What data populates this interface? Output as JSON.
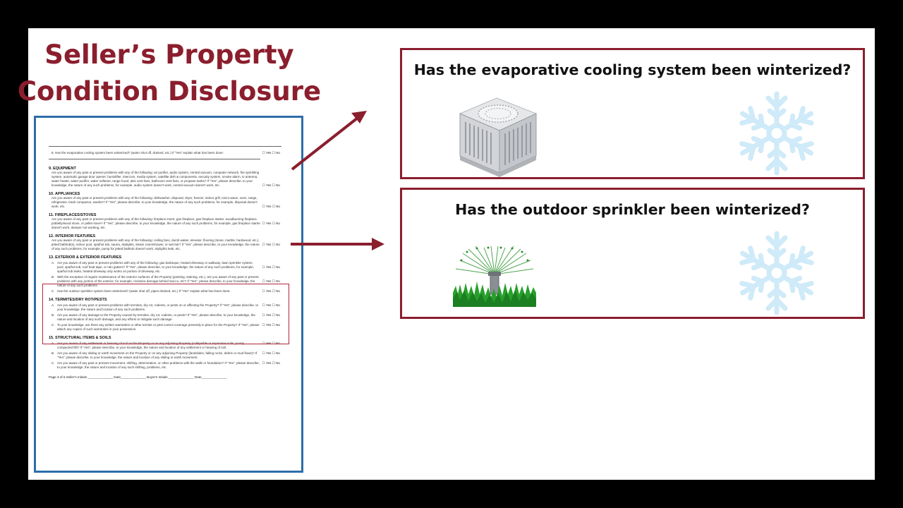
{
  "title": {
    "line1": "Seller’s Property",
    "line2": "Condition Disclosure"
  },
  "document": {
    "item8": {
      "text": "8.    Has the evaporative cooling system been winterized? (water shut off, drained, etc.) If \"Yes\" explain what has been done:",
      "yesno": "☐ Yes  ☐ No"
    },
    "sections": [
      {
        "heading": "9.   EQUIPMENT",
        "text": "Are you aware of any past or present problems with any of the following: air purifier, audio system, central vacuum, computer network, fire sprinkling system, automatic garage door opener, humidifier, intercom, media system, satellite dish & components, security system, smoke alarm, tv antenna, water heater, water purifier, water softener, range hood, attic vent fans, bathroom vent fans, or propane tanks? If \"Yes\", please describe, to your knowledge, the nature of any such problems, for example, audio system doesn't work, central vacuum doesn't work, etc.",
        "yesno": "☐ Yes  ☐ No"
      },
      {
        "heading": "10. APPLIANCES",
        "text": "Are you aware of any past or present problems with any of the following: dishwasher, disposal, dryer, freezer, indoor grill, micro-wave, oven, range, refrigerator, trash compactor, washer? If \"Yes\", please describe, to your knowledge, the nature of any such problems, for example, disposal doesn't work, etc.",
        "yesno": "☐ Yes  ☐ No"
      },
      {
        "heading": "11. FIREPLACES/STOVES",
        "text": "Are you aware of any past or present problems with any of the following: fireplace insert, gas fireplace, gas fireplace starter, woodburning fireplace, potbelly/wood stove, or pellet stove? If \"Yes\", please describe, to your knowledge, the nature of any such problems, for example, gas fireplace starter doesn't work, damper not working, etc.",
        "yesno": "☐ Yes  ☐ No"
      },
      {
        "heading": "12. INTERIOR FEATURES",
        "text": "Are you aware of any past or present problems with any of the following: ceiling fans, dumb waiter, elevator, flooring (stone, marble, hardwood, etc.), jetted bathtub(s), indoor pool, spa/hot tub, sauna, skylights, steam room/shower, or wet bar? If \"Yes\", please describe, to your knowledge, the nature of any such problems, for example, pump for jetted bathtub doesn't work, skylights leak, etc.",
        "yesno": "☐ Yes  ☐ No"
      }
    ],
    "section13": {
      "heading": "13. EXTERIOR & EXTERIOR FEATURES",
      "items": [
        {
          "label": "A.",
          "text": "Are you aware of any past or present problems with any of the following: gas barbeque, heated driveway or walkway, lawn sprinkler system, pool, spa/hot tub, roof heat tape, or rain gutters? If \"Yes\", please describe, to your knowledge, the nature of any such problems, for example, spa/hot tub leaks, heated driveway only works on portion of driveway, etc.",
          "yesno": "☐ Yes  ☐ No"
        },
        {
          "label": "B.",
          "text": "With the exception of regular maintenance of the exterior surfaces of the Property (painting, staining, etc.), are you aware of any past or present problems with any portion of the exterior, for example, moisture damage behind stucco, etc? If \"Yes\", please describe, to your knowledge, the nature of any such problems.",
          "yesno": "☐ Yes  ☐ No"
        },
        {
          "label": "C.",
          "text": "Has the outdoor sprinkler system been winterized? (water shut off, pipes drained, etc.) If \"Yes\" explain what has been done:",
          "yesno": "☐ Yes  ☐ No"
        }
      ]
    },
    "section14": {
      "heading": "14. TERMITES/DRY ROT/PESTS",
      "items": [
        {
          "label": "A.",
          "text": "Are you aware of any past or present problems with termites, dry rot, rodents, or pests on or affecting the Property? If \"Yes\", please describe, to your knowledge, the nature and location of any such problems.",
          "yesno": "☐ Yes  ☐ No"
        },
        {
          "label": "B.",
          "text": "Are you aware of any damage to the Property caused by termites, dry rot, rodents, or pests? If \"Yes\", please describe, to your knowledge, the nature and location of any such damage, and any efforts to mitigate such damage.",
          "yesno": "☐ Yes  ☐ No"
        },
        {
          "label": "C.",
          "text": "To your knowledge, are there any written warranties or other termite or pest control coverage presently in place for the Property? If \"Yes\", please attach any copies of such warranties in your possession.",
          "yesno": "☐ Yes  ☐ No"
        }
      ]
    },
    "section15": {
      "heading": "15. STRUCTURAL ITEMS & SOILS",
      "items": [
        {
          "label": "A.",
          "text": "Are you aware of any settlement or heaving of soil on the Property or on any adjoining Property (collapsible or expansive soils, poorly compacted fill)? If \"Yes\", please describe, to your knowledge, the nature and location of any settlement or heaving of soil.",
          "yesno": "☐ Yes  ☐ No"
        },
        {
          "label": "B.",
          "text": "Are you aware of any sliding or earth movement on the Property or on any adjoining Property (landslides, falling rocks, debris or mud flows)? If \"Yes\", please describe, to your knowledge, the nature and location of any sliding or earth movement.",
          "yesno": "☐ Yes  ☐ No"
        },
        {
          "label": "C.",
          "text": "Are you aware of any past or present movement, shifting, deterioration, or other problems with the walls or foundation? If \"Yes\", please describe, to your knowledge, the nature and location of any such shifting, problems, etc.",
          "yesno": "☐ Yes  ☐ No"
        }
      ]
    },
    "footer": "Page 3 of 6      Seller's Initials ______________   Date______________      Buyer's Initials ______________   Date______________"
  },
  "questions": {
    "q1": "Has the evaporative cooling system been winterized?",
    "q2": "Has the outdoor sprinkler been winterized?"
  },
  "colors": {
    "accent": "#8b1e2d",
    "doc_border": "#2d6da8",
    "snowflake": "#cfeaf8"
  }
}
